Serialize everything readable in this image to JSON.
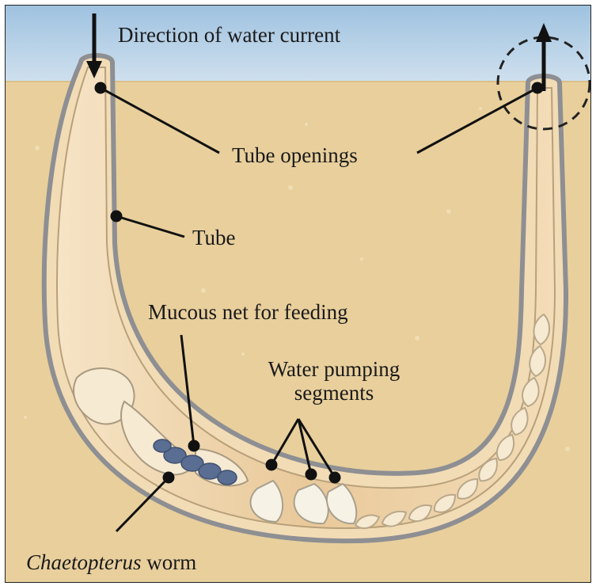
{
  "labels": {
    "water_current": "Direction of water current",
    "tube_openings": "Tube openings",
    "tube": "Tube",
    "mucous_net": "Mucous net for feeding",
    "pumping_line1": "Water pumping",
    "pumping_line2": "segments",
    "worm_genus": "Chaetopterus",
    "worm_suffix": " worm"
  },
  "colors": {
    "water": "#b9d3e8",
    "sediment": "#e8cf9c",
    "tube_wall": "#8e8f93",
    "tube_inner": "#f0d9b4",
    "worm_body": "#f4e7cf",
    "mucous_net": "#5a6d92",
    "leader_line": "#111111"
  }
}
